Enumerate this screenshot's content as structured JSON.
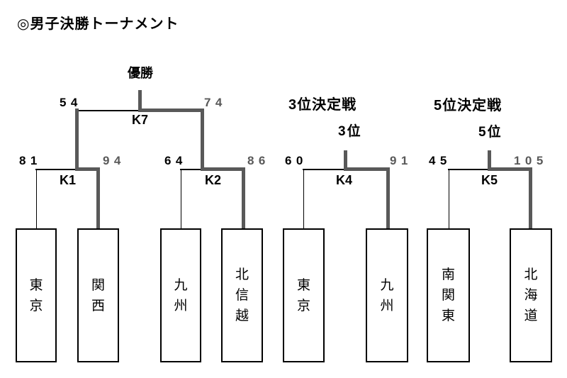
{
  "title": "◎男子決勝トーナメント",
  "colors": {
    "winner_line": "#595959",
    "loser_line": "#000000"
  },
  "main": {
    "champion_label": "優勝",
    "final": {
      "label": "K7",
      "left_score": "54",
      "right_score": "74"
    },
    "left_semi": {
      "label": "K1",
      "left_score": "81",
      "right_score": "94",
      "left_team": "東京",
      "right_team": "関西"
    },
    "right_semi": {
      "label": "K2",
      "left_score": "64",
      "right_score": "86",
      "left_team": "九州",
      "right_team": "北信越"
    }
  },
  "third_place": {
    "heading": "3位決定戦",
    "result_label": "3位",
    "match": {
      "label": "K4",
      "left_score": "60",
      "right_score": "91",
      "left_team": "東京",
      "right_team": "九州"
    }
  },
  "fifth_place": {
    "heading": "5位決定戦",
    "result_label": "5位",
    "match": {
      "label": "K5",
      "left_score": "45",
      "right_score": "105",
      "left_team": "南関東",
      "right_team": "北海道"
    }
  }
}
